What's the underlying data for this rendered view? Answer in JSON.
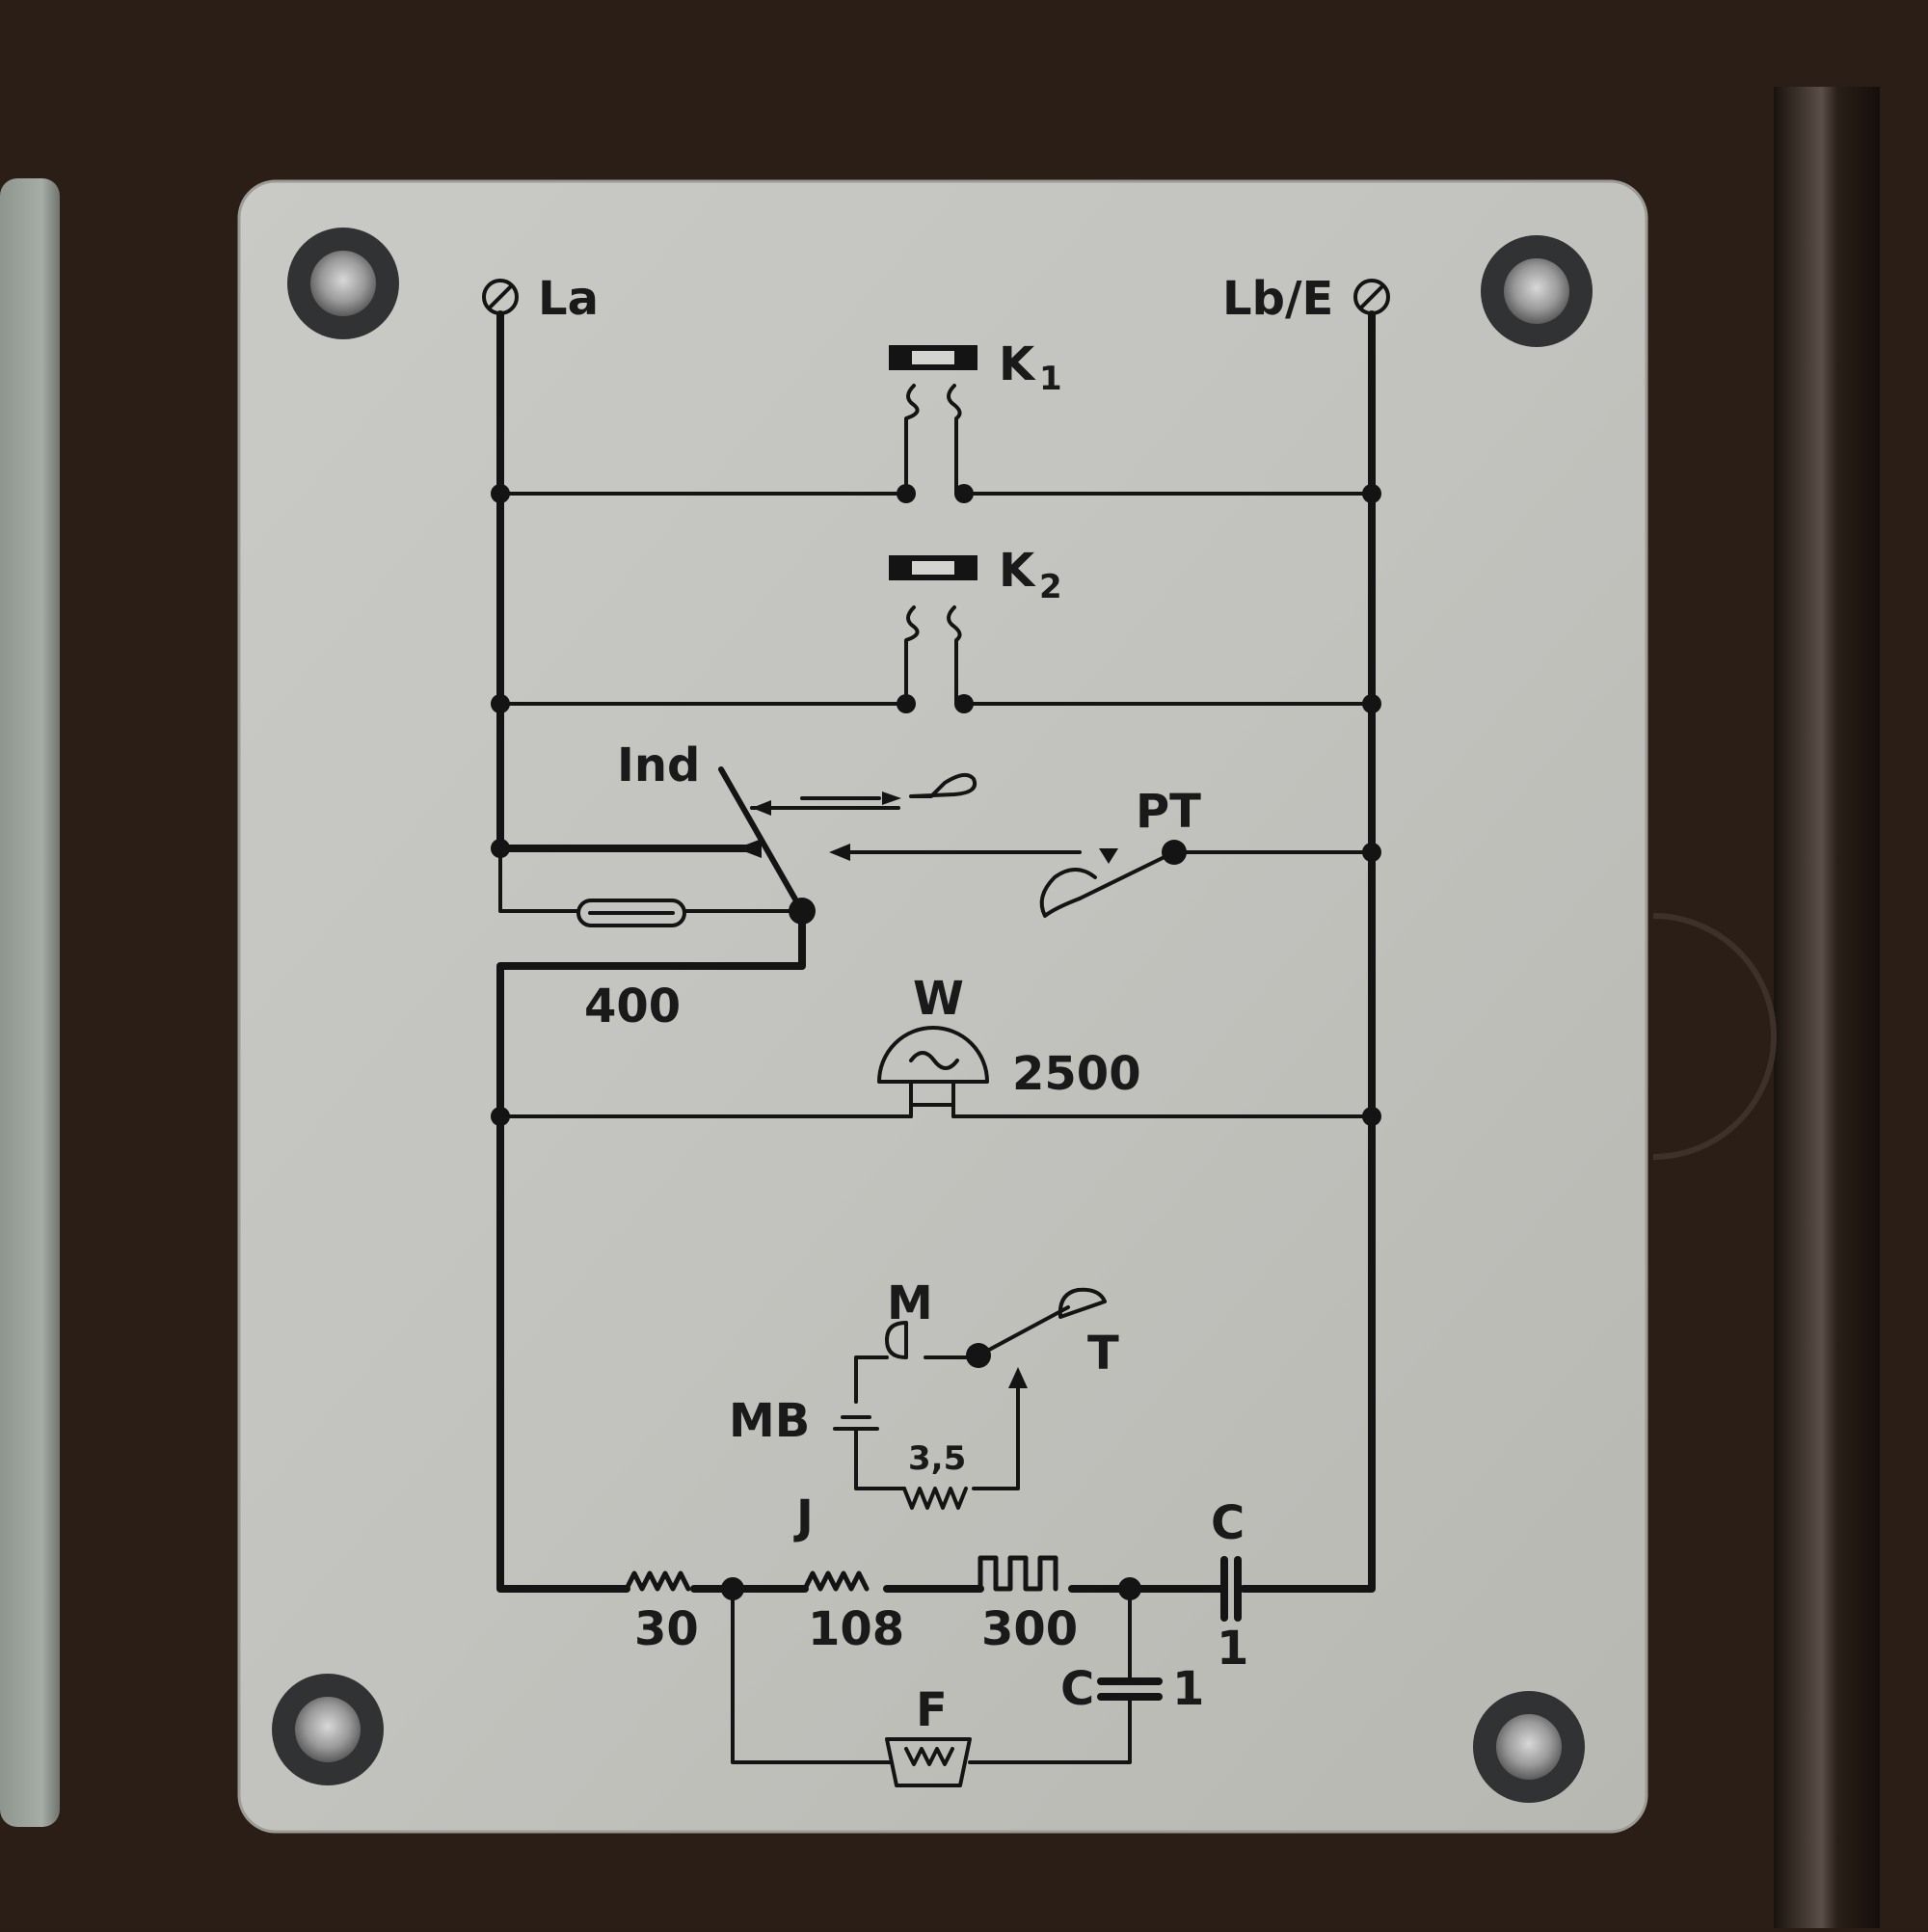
{
  "plate": {
    "terminals": {
      "left": "La",
      "right": "Lb/E"
    },
    "components": {
      "k1": {
        "letter": "K",
        "index": "1"
      },
      "k2": {
        "letter": "K",
        "index": "2"
      },
      "ind": "Ind",
      "pt": "PT",
      "coil_400": "400",
      "bell": {
        "label": "W",
        "value": "2500"
      },
      "mic": "M",
      "mic_battery": "MB",
      "receiver": "T",
      "resistor_35": "3,5",
      "transformer": "J",
      "r30": "30",
      "r108": "108",
      "r300": "300",
      "cap_series": {
        "label": "C",
        "value": "1"
      },
      "cap_shunt": {
        "label": "C",
        "value": "1"
      },
      "f": "F"
    }
  }
}
